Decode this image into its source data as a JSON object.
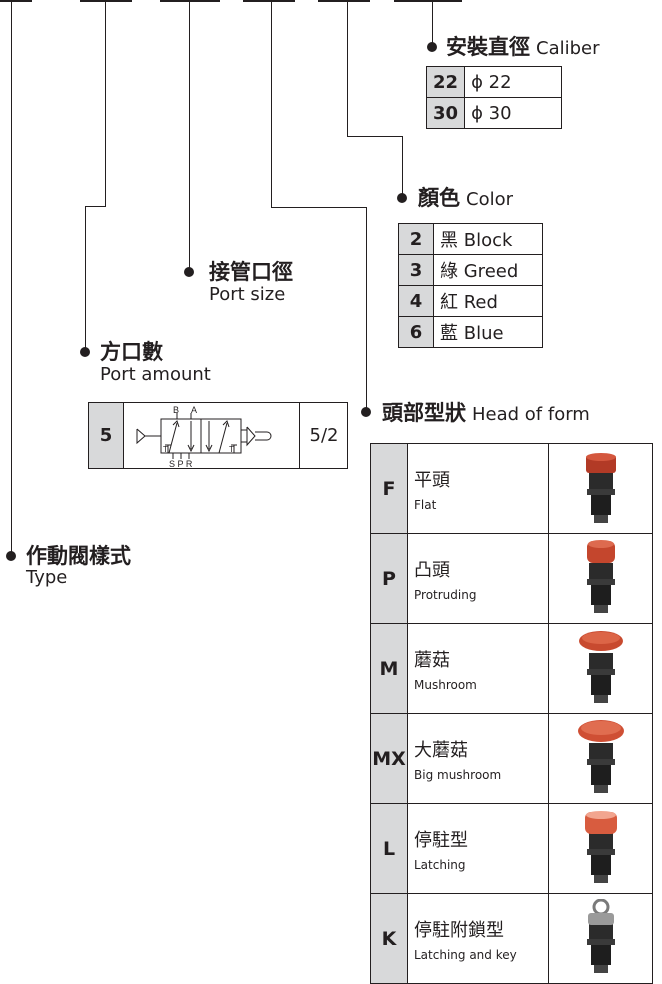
{
  "caliber": {
    "label_cn": "安裝直徑",
    "label_en": "Caliber",
    "options": [
      {
        "code": "22",
        "value": "ϕ 22"
      },
      {
        "code": "30",
        "value": "ϕ 30"
      }
    ]
  },
  "color": {
    "label_cn": "顏色",
    "label_en": "Color",
    "options": [
      {
        "code": "2",
        "cn": "黑",
        "en": "Block"
      },
      {
        "code": "3",
        "cn": "綠",
        "en": "Greed"
      },
      {
        "code": "4",
        "cn": "紅",
        "en": "Red"
      },
      {
        "code": "6",
        "cn": "藍",
        "en": "Blue"
      }
    ]
  },
  "port_size": {
    "label_cn": "接管口徑",
    "label_en": "Port size"
  },
  "port_amount": {
    "label_cn": "方口數",
    "label_en": "Port amount",
    "option": {
      "code": "5",
      "ratio": "5/2",
      "port_letters_top": [
        "B",
        "A"
      ],
      "port_letters_bottom": [
        "T",
        "T"
      ],
      "port_letters_base": "S P R"
    }
  },
  "head_form": {
    "label_cn": "頭部型狀",
    "label_en": "Head of form",
    "options": [
      {
        "code": "F",
        "cn": "平頭",
        "en": "Flat",
        "icon": "flat-button-icon"
      },
      {
        "code": "P",
        "cn": "凸頭",
        "en": "Protruding",
        "icon": "protruding-button-icon"
      },
      {
        "code": "M",
        "cn": "蘑菇",
        "en": "Mushroom",
        "icon": "mushroom-button-icon"
      },
      {
        "code": "MX",
        "cn": "大蘑菇",
        "en": "Big mushroom",
        "icon": "big-mushroom-button-icon"
      },
      {
        "code": "L",
        "cn": "停駐型",
        "en": "Latching",
        "icon": "latching-button-icon"
      },
      {
        "code": "K",
        "cn": "停駐附鎖型",
        "en": "Latching and key",
        "icon": "latching-key-button-icon"
      }
    ]
  },
  "type": {
    "label_cn": "作動閥樣式",
    "label_en": "Type"
  }
}
